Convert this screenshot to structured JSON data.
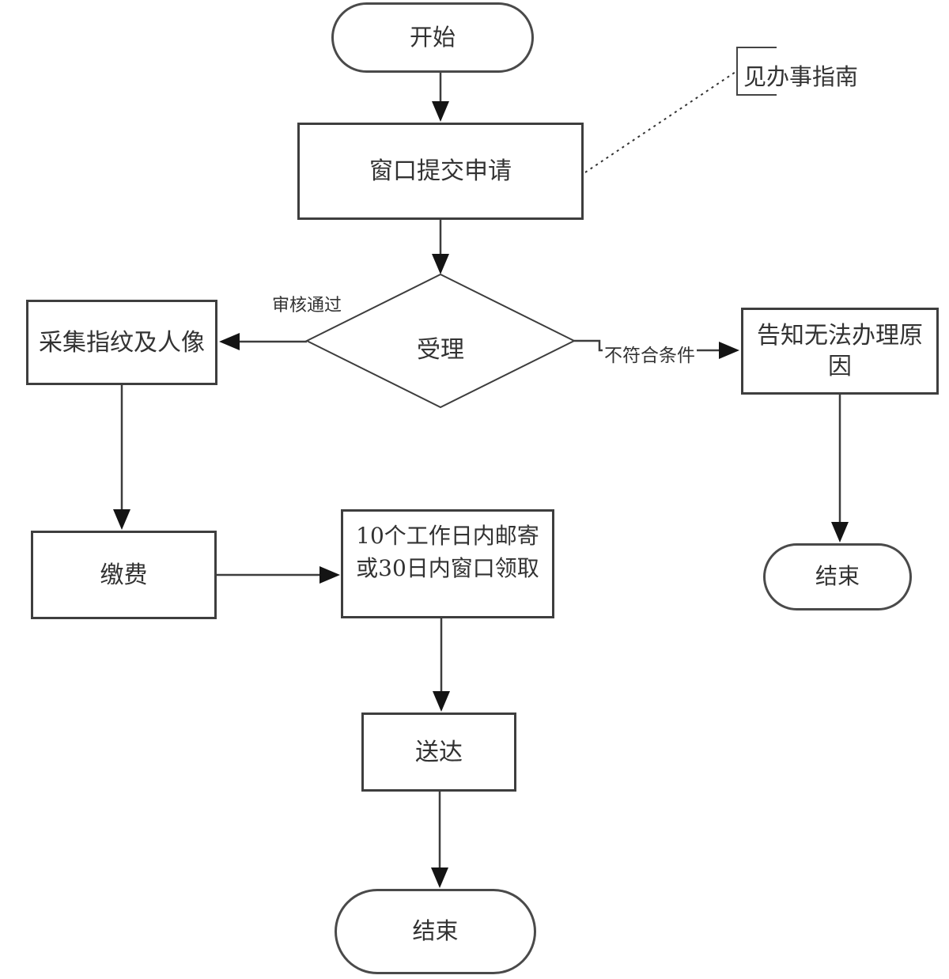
{
  "colors": {
    "line": "#3d3d3d",
    "arrow": "#141414",
    "text": "#323232",
    "background": "#ffffff"
  },
  "nodes": {
    "start": {
      "label": "开始"
    },
    "submit": {
      "label": "窗口提交申请"
    },
    "guide_note": {
      "label": "见办事指南"
    },
    "review": {
      "label": "受理"
    },
    "collect": {
      "label": "采集指纹及人像"
    },
    "notify": {
      "lines": [
        "告知无法办理原",
        "因"
      ]
    },
    "end_right": {
      "label": "结束"
    },
    "pay": {
      "label": "缴费"
    },
    "delivery": {
      "lines": [
        "10个工作日内邮寄",
        "或30日内窗口领取"
      ]
    },
    "deliver": {
      "label": "送达"
    },
    "end_main": {
      "label": "结束"
    }
  },
  "edges": {
    "review_pass_label": "审核通过",
    "review_fail_label": "不符合条件"
  }
}
